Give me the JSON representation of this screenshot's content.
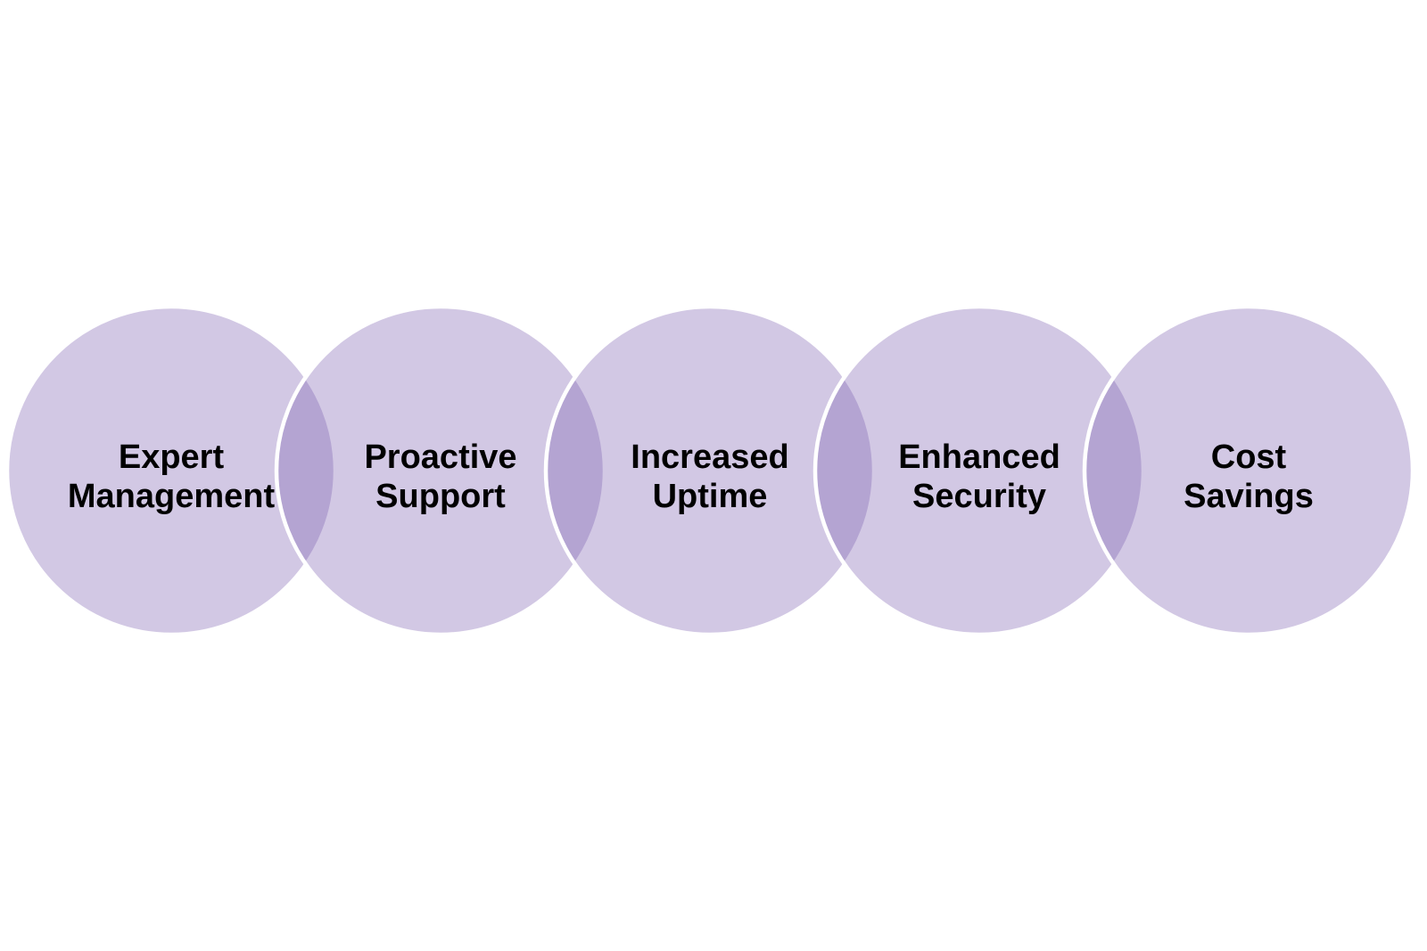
{
  "diagram": {
    "type": "overlapping-circles",
    "circles": [
      {
        "label": "Expert\nManagement"
      },
      {
        "label": "Proactive\nSupport"
      },
      {
        "label": "Increased\nUptime"
      },
      {
        "label": "Enhanced\nSecurity"
      },
      {
        "label": "Cost Savings"
      }
    ]
  },
  "colors": {
    "background": "#FFFFFF",
    "circle_base": "#7E62B2",
    "circle_light_rendered": "#D2C8E4",
    "circle_overlap_rendered": "#B3A6D3",
    "circle_outline": "#FFFFFF",
    "label_text": "#000000"
  }
}
